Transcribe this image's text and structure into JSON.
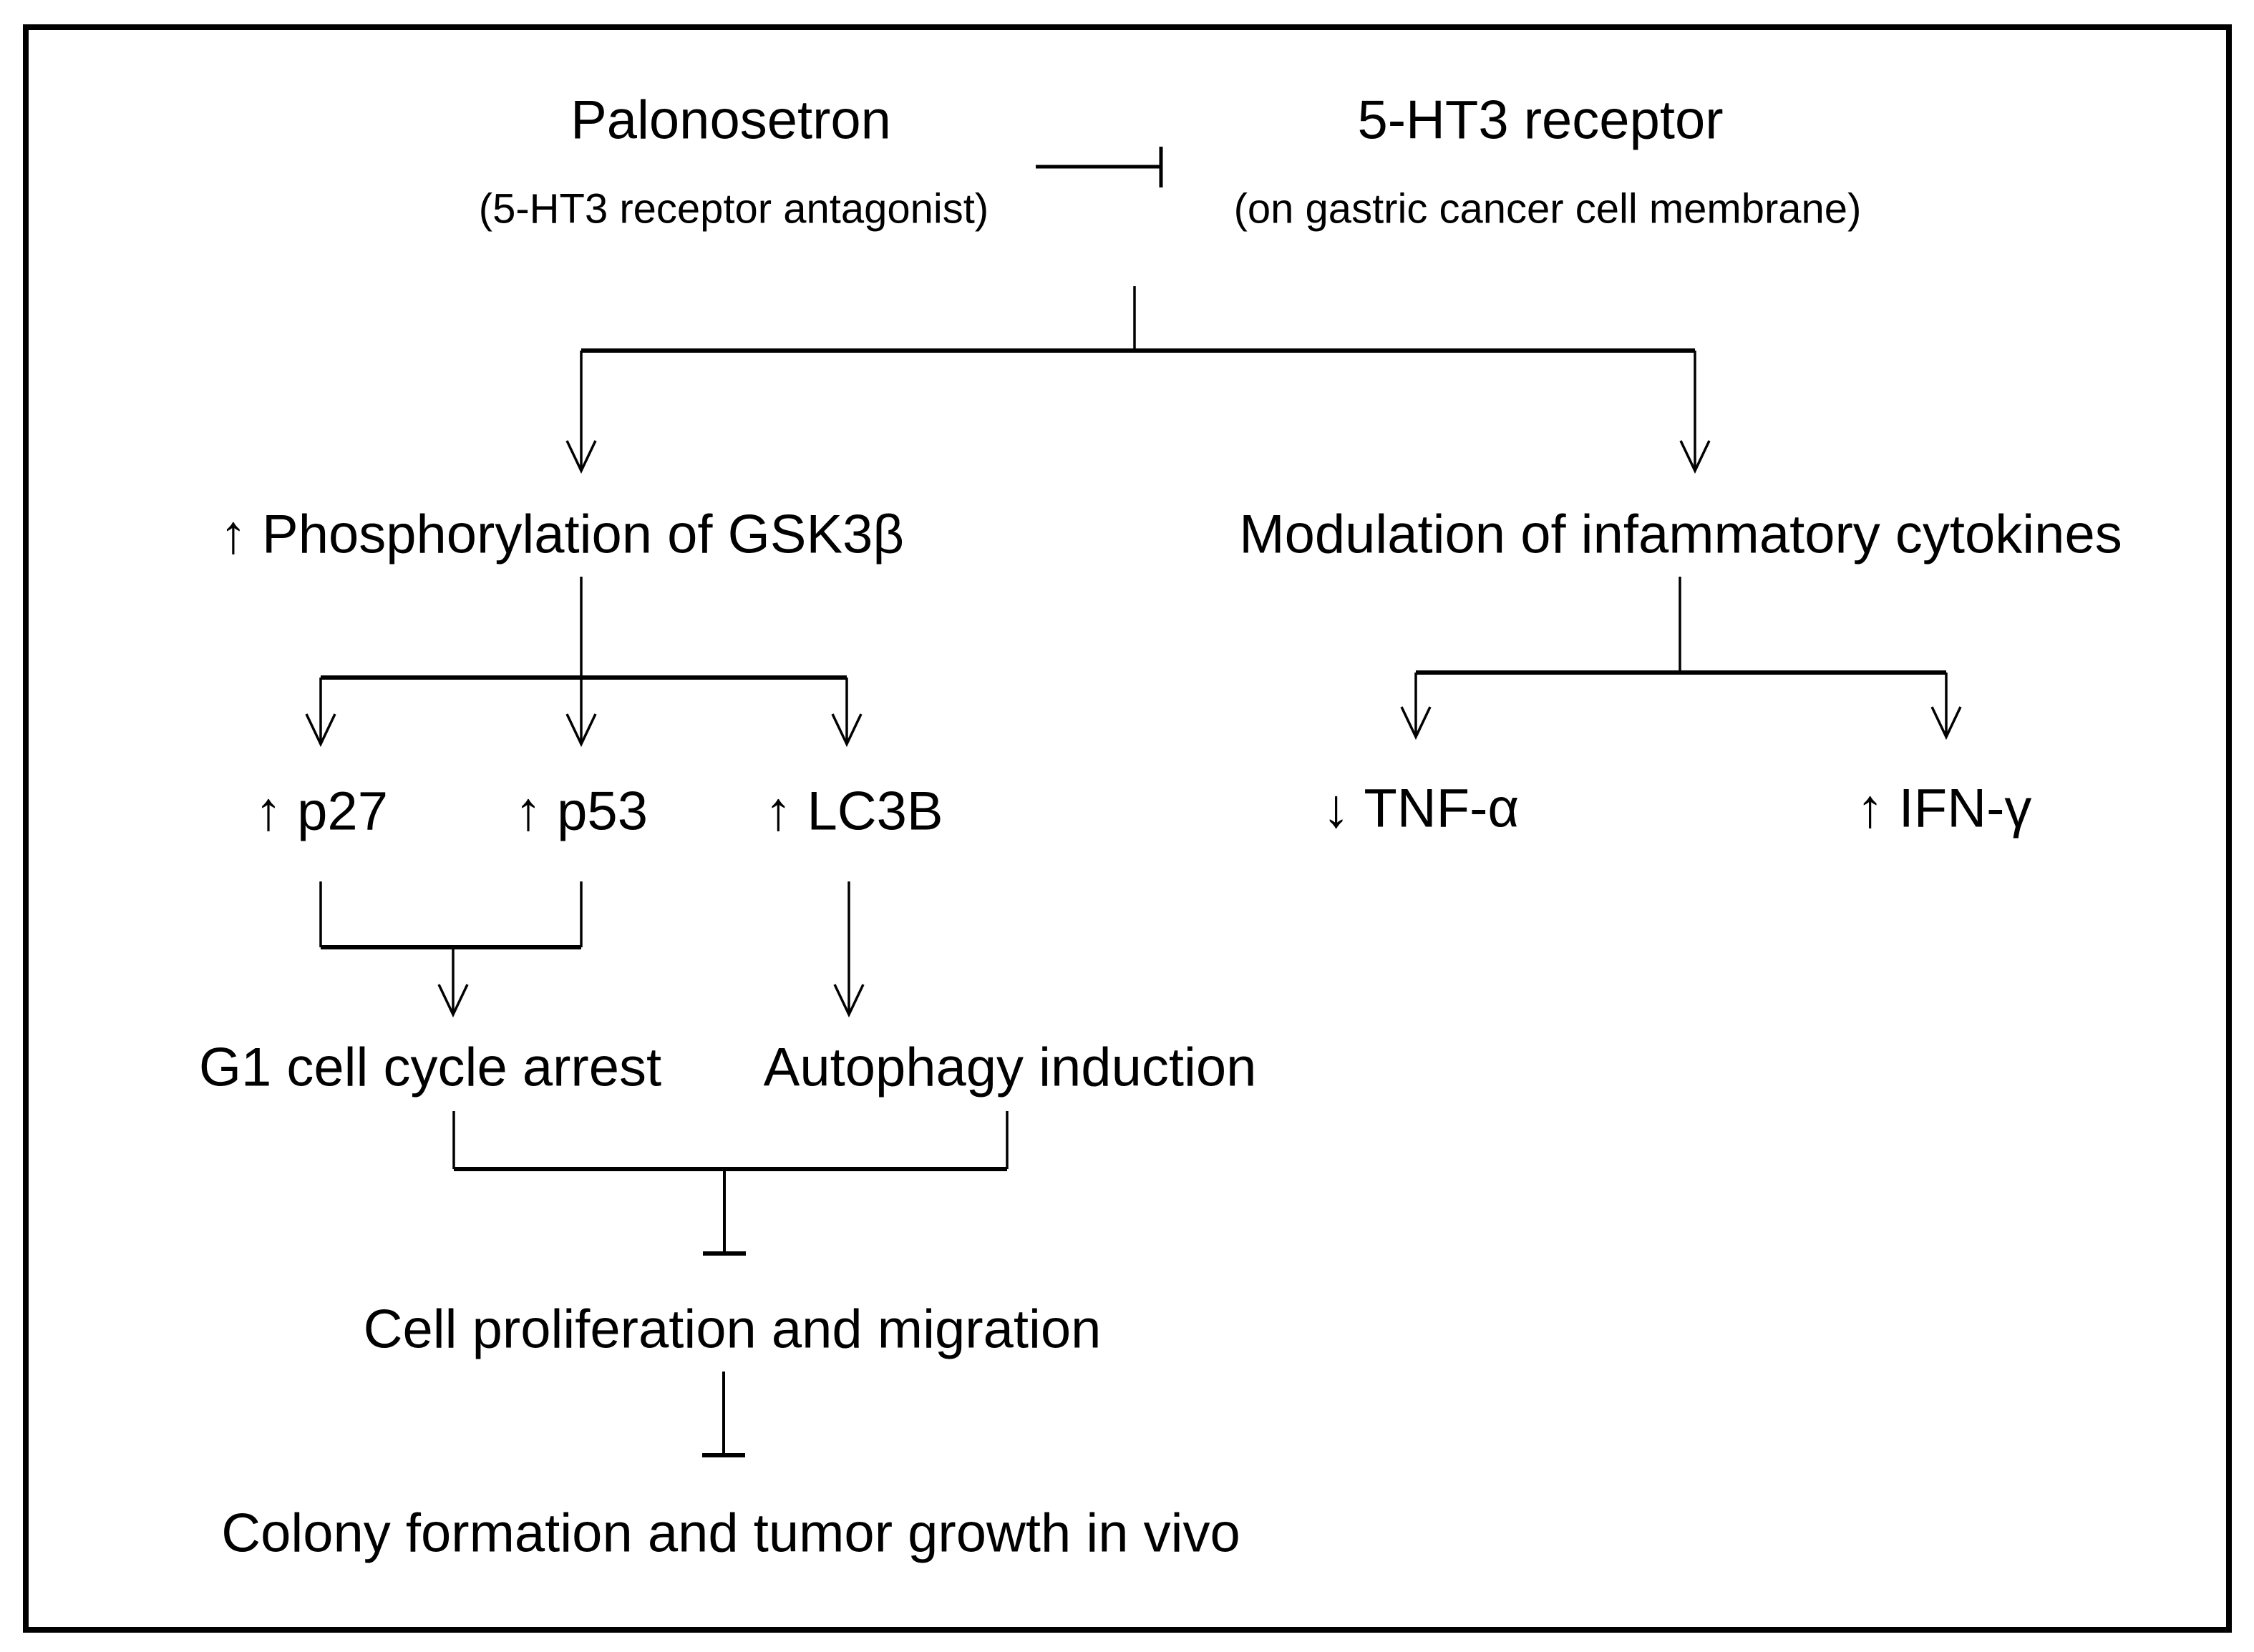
{
  "figure": {
    "background_color": "#ffffff",
    "line_color": "#000000",
    "frame_color": "#000000"
  },
  "nodes": {
    "palonosetron": {
      "label": "Palonosetron",
      "sublabel": "(5-HT3 receptor antagonist)"
    },
    "receptor": {
      "label": "5-HT3 receptor",
      "sublabel": "(on gastric cancer cell membrane)"
    },
    "gsk3b": {
      "label": "↑ Phosphorylation of GSK3β"
    },
    "modulation": {
      "label": "Modulation of infammatory cytokines"
    },
    "p27": {
      "label": "↑ p27"
    },
    "p53": {
      "label": "↑ p53"
    },
    "lc3b": {
      "label": "↑ LC3B"
    },
    "tnf": {
      "label": "↓ TNF-α"
    },
    "ifn": {
      "label": "↑ IFN-γ"
    },
    "g1_arrest": {
      "label": "G1 cell cycle arrest"
    },
    "autophagy": {
      "label": "Autophagy induction"
    },
    "proliferation": {
      "label": "Cell proliferation and migration"
    },
    "colony": {
      "label": "Colony formation and tumor growth in vivo"
    }
  },
  "edges": [
    {
      "from": "Palonosetron",
      "to": "5-HT3 receptor",
      "type": "inhibition"
    },
    {
      "from": "5-HT3 receptor",
      "to": "↑ Phosphorylation of GSK3β",
      "type": "arrow"
    },
    {
      "from": "5-HT3 receptor",
      "to": "Modulation of infammatory cytokines",
      "type": "arrow"
    },
    {
      "from": "↑ Phosphorylation of GSK3β",
      "to": "↑ p27",
      "type": "arrow"
    },
    {
      "from": "↑ Phosphorylation of GSK3β",
      "to": "↑ p53",
      "type": "arrow"
    },
    {
      "from": "↑ Phosphorylation of GSK3β",
      "to": "↑ LC3B",
      "type": "arrow"
    },
    {
      "from": "↑ p27 + ↑ p53",
      "to": "G1 cell cycle arrest",
      "type": "arrow"
    },
    {
      "from": "↑ LC3B",
      "to": "Autophagy induction",
      "type": "arrow"
    },
    {
      "from": "G1 cell cycle arrest + Autophagy induction",
      "to": "Cell proliferation and migration",
      "type": "inhibition"
    },
    {
      "from": "Cell proliferation and migration",
      "to": "Colony formation and tumor growth in vivo",
      "type": "inhibition"
    },
    {
      "from": "Modulation of infammatory cytokines",
      "to": "↓ TNF-α",
      "type": "arrow"
    },
    {
      "from": "Modulation of infammatory cytokines",
      "to": "↑ IFN-γ",
      "type": "arrow"
    }
  ]
}
